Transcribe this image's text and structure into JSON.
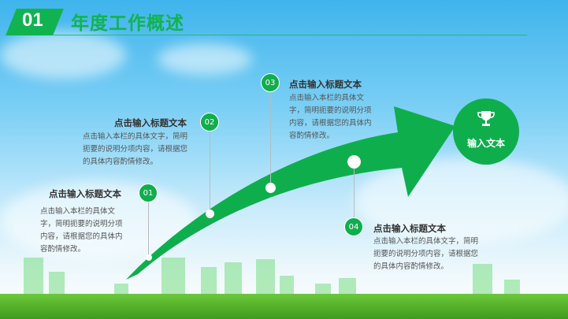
{
  "header": {
    "number": "01",
    "title": "年度工作概述"
  },
  "items": [
    {
      "num": "01",
      "title": "点击输入标题文本",
      "body": "点击输入本栏的具体文字，简明扼要的说明分项内容，请根据您的具体内容酌情修改。"
    },
    {
      "num": "02",
      "title": "点击输入标题文本",
      "body": "点击输入本栏的具体文字，简明扼要的说明分项内容，请根据您的具体内容酌情修改。"
    },
    {
      "num": "03",
      "title": "点击输入标题文本",
      "body": "点击输入本栏的具体文字，简明扼要的说明分项内容，请根据您的具体内容酌情修改。"
    },
    {
      "num": "04",
      "title": "点击输入标题文本",
      "body": "点击输入本栏的具体文字，简明扼要的说明分项内容，请根据您的具体内容酌情修改。"
    }
  ],
  "goal": {
    "icon": "trophy-icon",
    "label": "输入文本"
  },
  "colors": {
    "accent": "#0fae4d"
  }
}
